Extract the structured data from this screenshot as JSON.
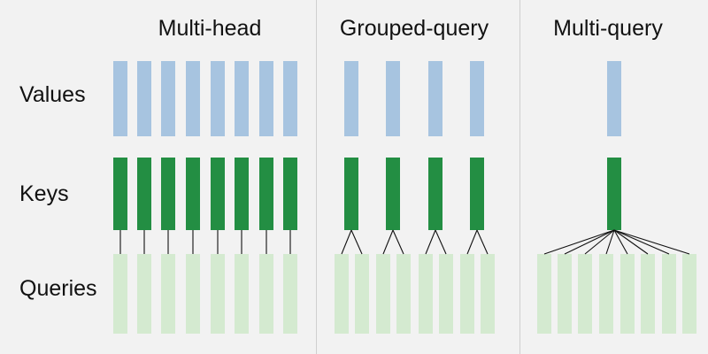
{
  "row_labels": {
    "values": "Values",
    "keys": "Keys",
    "queries": "Queries"
  },
  "panels": [
    {
      "title": "Multi-head",
      "query_heads": 8,
      "kv_heads": 8
    },
    {
      "title": "Grouped-query",
      "query_heads": 8,
      "kv_heads": 4
    },
    {
      "title": "Multi-query",
      "query_heads": 8,
      "kv_heads": 1
    }
  ],
  "colors": {
    "background": "#f2f2f2",
    "values": "#a7c4e0",
    "keys": "#238e43",
    "queries": "#d4ead0",
    "connector": "#111111",
    "divider": "#cfcfcf"
  }
}
